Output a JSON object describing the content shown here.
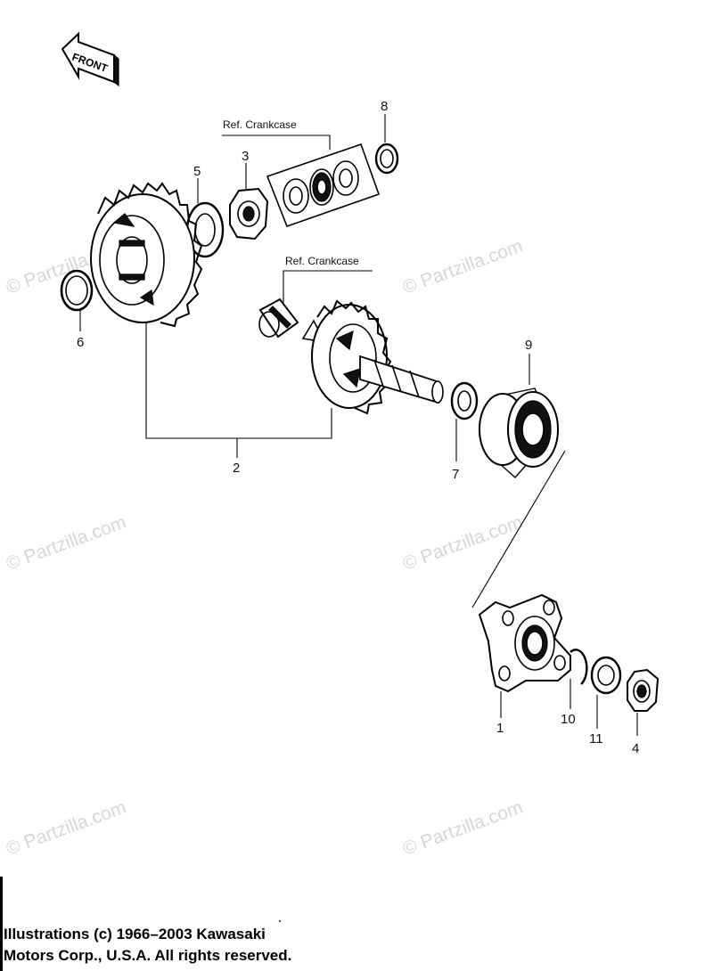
{
  "watermark": {
    "text": "© Partzilla.com"
  },
  "front_arrow": {
    "label": "FRONT"
  },
  "references": {
    "upper": "Ref. Crankcase",
    "lower": "Ref. Crankcase"
  },
  "callouts": {
    "p1": "1",
    "p2": "2",
    "p3": "3",
    "p4": "4",
    "p5": "5",
    "p6": "6",
    "p7": "7",
    "p8": "8",
    "p9": "9",
    "p10": "10",
    "p11": "11"
  },
  "copyright": {
    "line1": "Illustrations (c) 1966–2003 Kawasaki",
    "line2": "Motors Corp., U.S.A.  All rights reserved."
  }
}
